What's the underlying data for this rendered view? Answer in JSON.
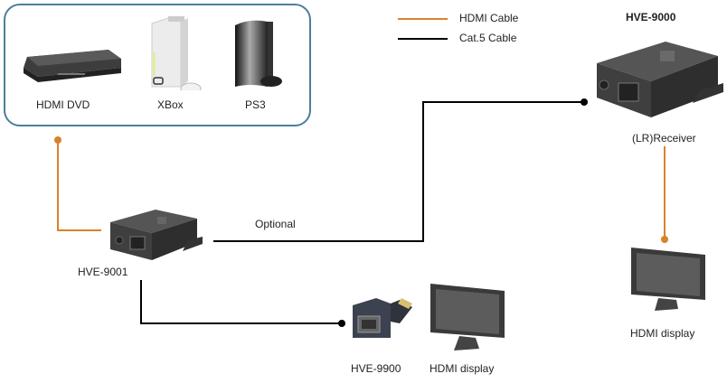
{
  "legend": {
    "items": [
      {
        "label": "HDMI Cable",
        "color": "#d9822b"
      },
      {
        "label": "Cat.5 Cable",
        "color": "#000000"
      }
    ]
  },
  "sources": {
    "items": [
      {
        "label": "HDMI DVD",
        "icon": "dvd-player-icon"
      },
      {
        "label": "XBox",
        "icon": "xbox-console-icon"
      },
      {
        "label": "PS3",
        "icon": "ps3-console-icon"
      }
    ]
  },
  "devices": {
    "transmitter": {
      "label": "HVE-9001"
    },
    "receiver": {
      "model": "HVE-9000",
      "label": "(LR)Receiver"
    },
    "adapter": {
      "label": "HVE-9900"
    },
    "display_right": {
      "label": "HDMI display"
    },
    "display_bottom": {
      "label": "HDMI display"
    }
  },
  "connections": {
    "optional_label": "Optional"
  },
  "colors": {
    "hdmi": "#d9822b",
    "cat5": "#000000",
    "box_border": "#4a7f9c",
    "device_body": "#4a4a4a"
  }
}
